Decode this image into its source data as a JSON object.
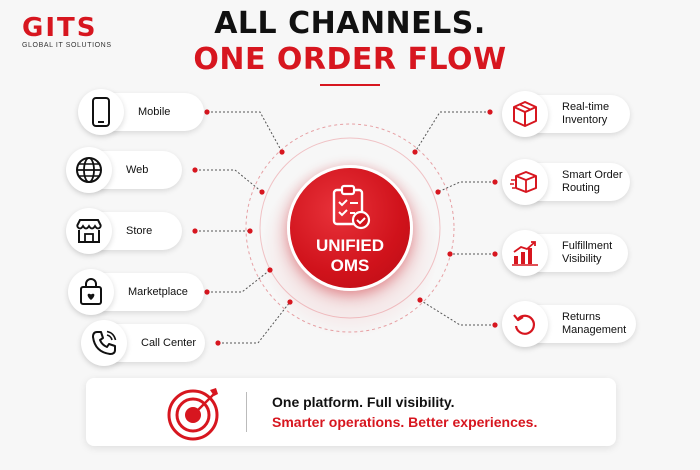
{
  "brand": {
    "name": "GITS",
    "tagline": "GLOBAL IT SOLUTIONS"
  },
  "title": {
    "line1": "ALL CHANNELS.",
    "line2": "ONE ORDER FLOW"
  },
  "hub": {
    "line1": "UNIFIED",
    "line2": "OMS"
  },
  "channels": [
    {
      "label": "Mobile",
      "icon": "smartphone-icon"
    },
    {
      "label": "Web",
      "icon": "globe-icon"
    },
    {
      "label": "Store",
      "icon": "storefront-icon"
    },
    {
      "label": "Marketplace",
      "icon": "shopping-bag-icon"
    },
    {
      "label": "Call Center",
      "icon": "phone-icon"
    }
  ],
  "capabilities": [
    {
      "label": "Real-time Inventory",
      "line1": "Real-time",
      "line2": "Inventory",
      "icon": "box-icon"
    },
    {
      "label": "Smart Order Routing",
      "line1": "Smart Order",
      "line2": "Routing",
      "icon": "routing-box-icon"
    },
    {
      "label": "Fulfillment Visibility",
      "line1": "Fulfillment",
      "line2": "Visibility",
      "icon": "bar-chart-icon"
    },
    {
      "label": "Returns Management",
      "line1": "Returns",
      "line2": "Management",
      "icon": "return-arrow-icon"
    }
  ],
  "footer": {
    "line1": "One platform. Full visibility.",
    "line2": "Smarter operations. Better experiences.",
    "icon": "target-icon"
  },
  "colors": {
    "accent": "#d7161f",
    "text": "#111111",
    "background": "#f7f7f7"
  }
}
